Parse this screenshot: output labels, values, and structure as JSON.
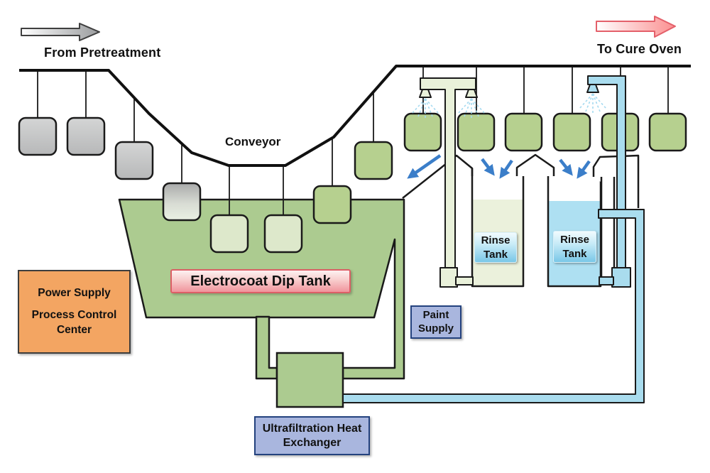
{
  "diagram": {
    "flow": {
      "from_label": "From Pretreatment",
      "to_label": "To Cure Oven"
    },
    "conveyor_label": "Conveyor",
    "dip_tank_label": "Electrocoat Dip Tank",
    "power_supply_label": "Power Supply",
    "process_control_label": "Process Control Center",
    "paint_supply_label": "Paint Supply",
    "rinse_tank_1_label": "Rinse Tank",
    "rinse_tank_2_label": "Rinse Tank",
    "ultrafiltration_label": "Ultrafiltration Heat Exchanger",
    "counts": {
      "hanging_parts": 14,
      "spray_nozzles": 3,
      "rinse_tanks": 2
    },
    "colors": {
      "part_green": "#b6d08f",
      "part_gray": "#c6c7c7",
      "submerged_part_green": "#dde8cb",
      "tank_green": "#accb90",
      "rinse1_liquid": "#ebf1dc",
      "rinse2_liquid": "#aee0f2",
      "pipe_blue": "#a9dcee",
      "pipe_pale_green": "#e9f1da",
      "arrow_blue": "#3b7ec9",
      "power_box_orange": "#f3a562",
      "label_box_periwinkle": "#a9b6de",
      "dip_label_pink": "#f0949c"
    }
  }
}
